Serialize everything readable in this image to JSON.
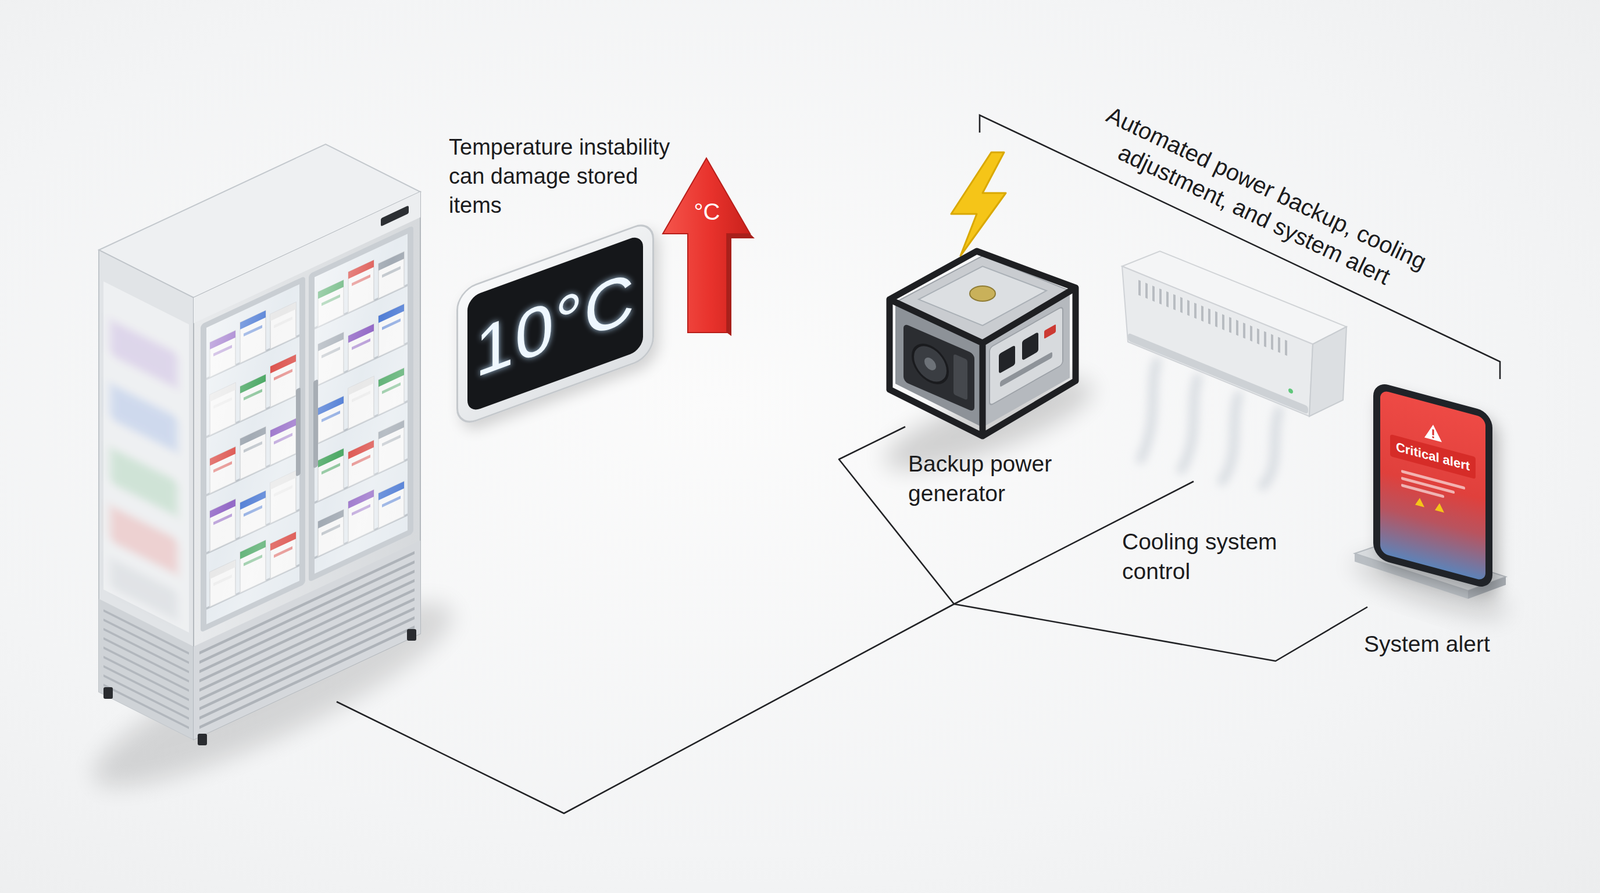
{
  "diagram": {
    "nodes": [
      {
        "text": [
          "10°C"
        ]
      },
      {
        "text": [
          "Critical alert"
        ]
      }
    ],
    "labels": [
      "Temperature instability can damage stored items",
      "°C",
      "Automated power backup, cooling adjustment, and system alert",
      "Backup power generator",
      "Cooling system control",
      "System alert"
    ]
  }
}
